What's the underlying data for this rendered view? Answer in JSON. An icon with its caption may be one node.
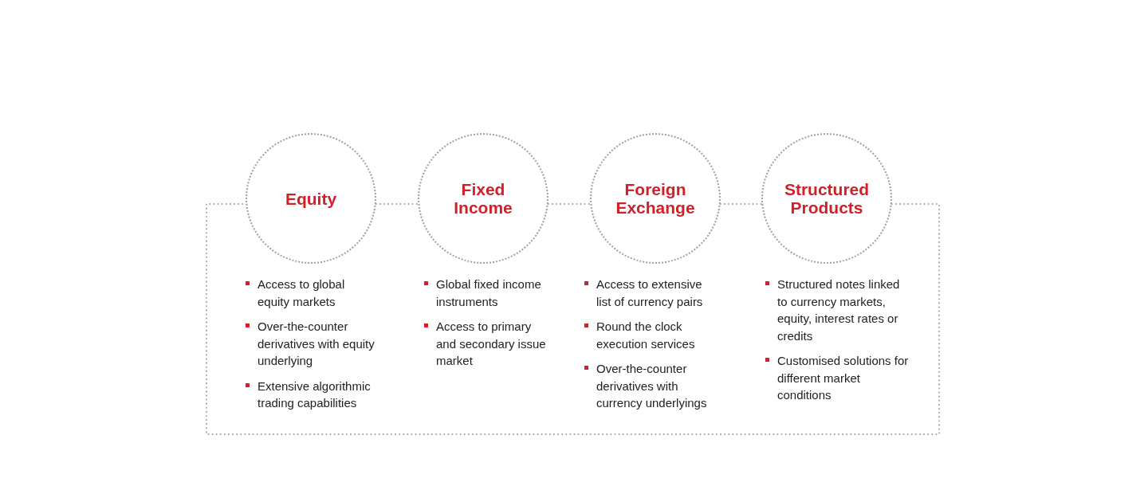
{
  "diagram": {
    "nodes": [
      {
        "text": [
          "Equity"
        ],
        "beside": [
          "Access to global equity markets",
          "Over-the-counter derivatives with equity underlying",
          "Extensive algorithmic trading capabilities"
        ]
      },
      {
        "text": [
          "Fixed Income"
        ],
        "beside": [
          "Global fixed income instruments",
          "Access to primary and secondary issue market"
        ]
      },
      {
        "text": [
          "Foreign Exchange"
        ],
        "beside": [
          "Access to extensive list of currency pairs",
          "Round the clock execution services",
          "Over-the-counter derivatives with currency underlyings"
        ]
      },
      {
        "text": [
          "Structured Products"
        ],
        "beside": [
          "Structured notes linked to currency markets, equity, interest rates or credits",
          "Customised solutions for different market conditions"
        ]
      }
    ],
    "edges": [
      {
        "from": 0,
        "to": 1,
        "arrow": "none",
        "style": "dashed"
      },
      {
        "from": 1,
        "to": 2,
        "arrow": "none",
        "style": "dashed"
      },
      {
        "from": 2,
        "to": 3,
        "arrow": "none",
        "style": "dashed"
      },
      {
        "from": 3,
        "to": 0,
        "arrow": "none",
        "style": "dashed"
      }
    ]
  }
}
